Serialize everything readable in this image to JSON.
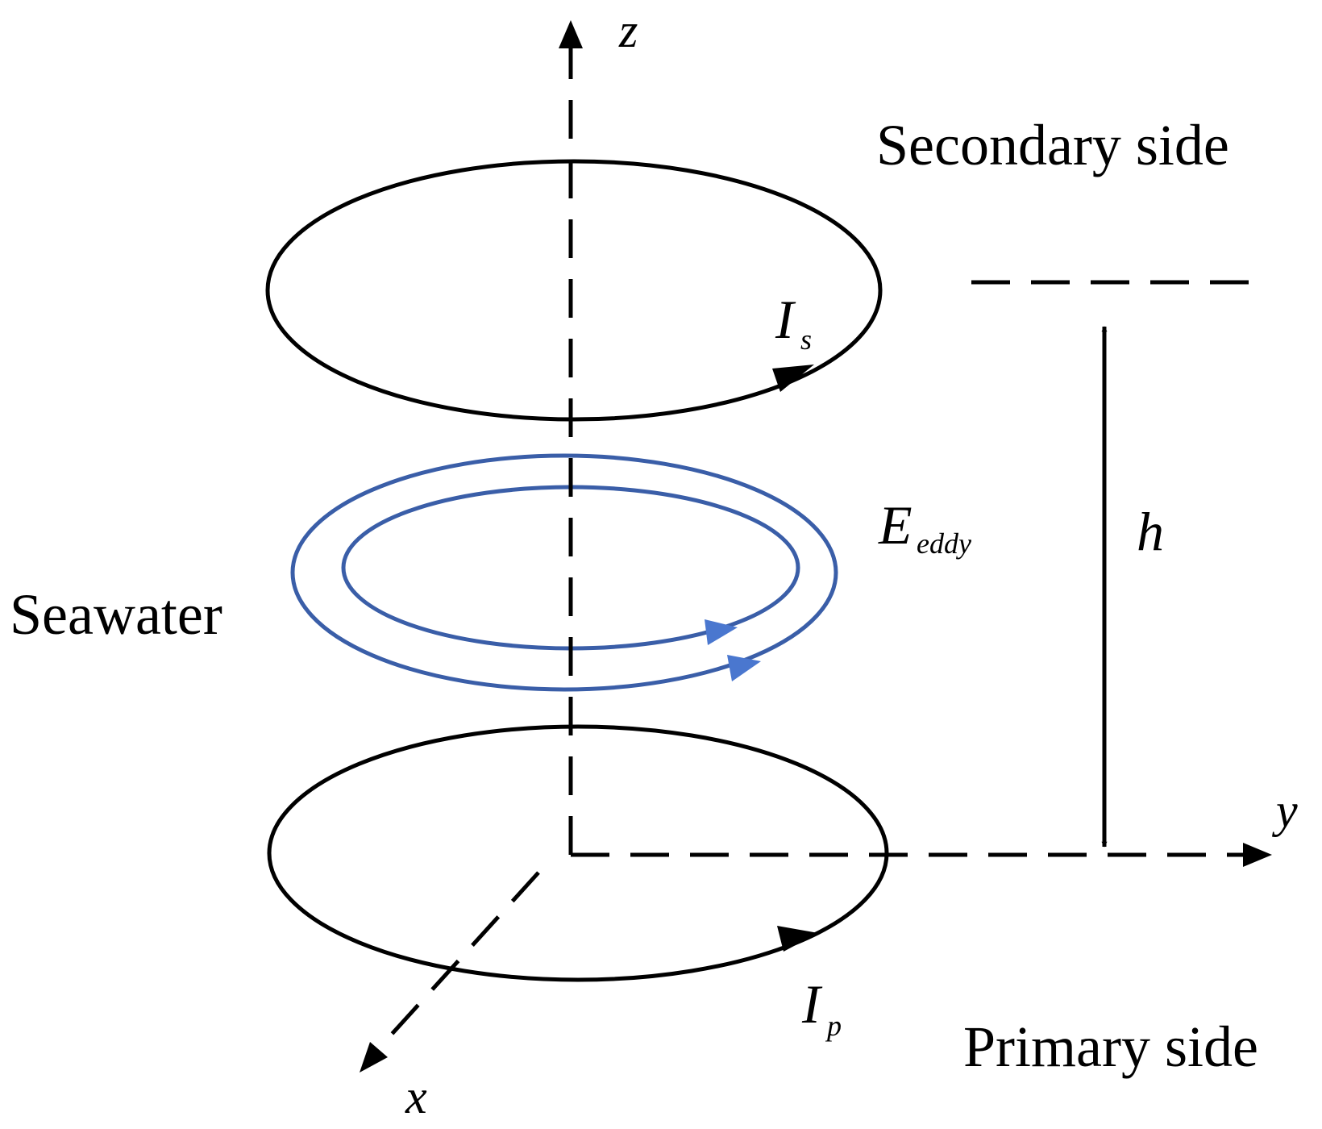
{
  "labels": {
    "secondary": "Secondary side",
    "primary": "Primary side",
    "seawater": "Seawater",
    "axis_x": "x",
    "axis_y": "y",
    "axis_z": "z",
    "height": "h",
    "current_secondary_main": "I",
    "current_secondary_sub": "s",
    "current_primary_main": "I",
    "current_primary_sub": "p",
    "eddy_main": "E",
    "eddy_sub": "eddy"
  },
  "colors": {
    "line": "#000000",
    "eddy": "#3a5ea8",
    "eddy_arrow": "#4a77cf"
  }
}
